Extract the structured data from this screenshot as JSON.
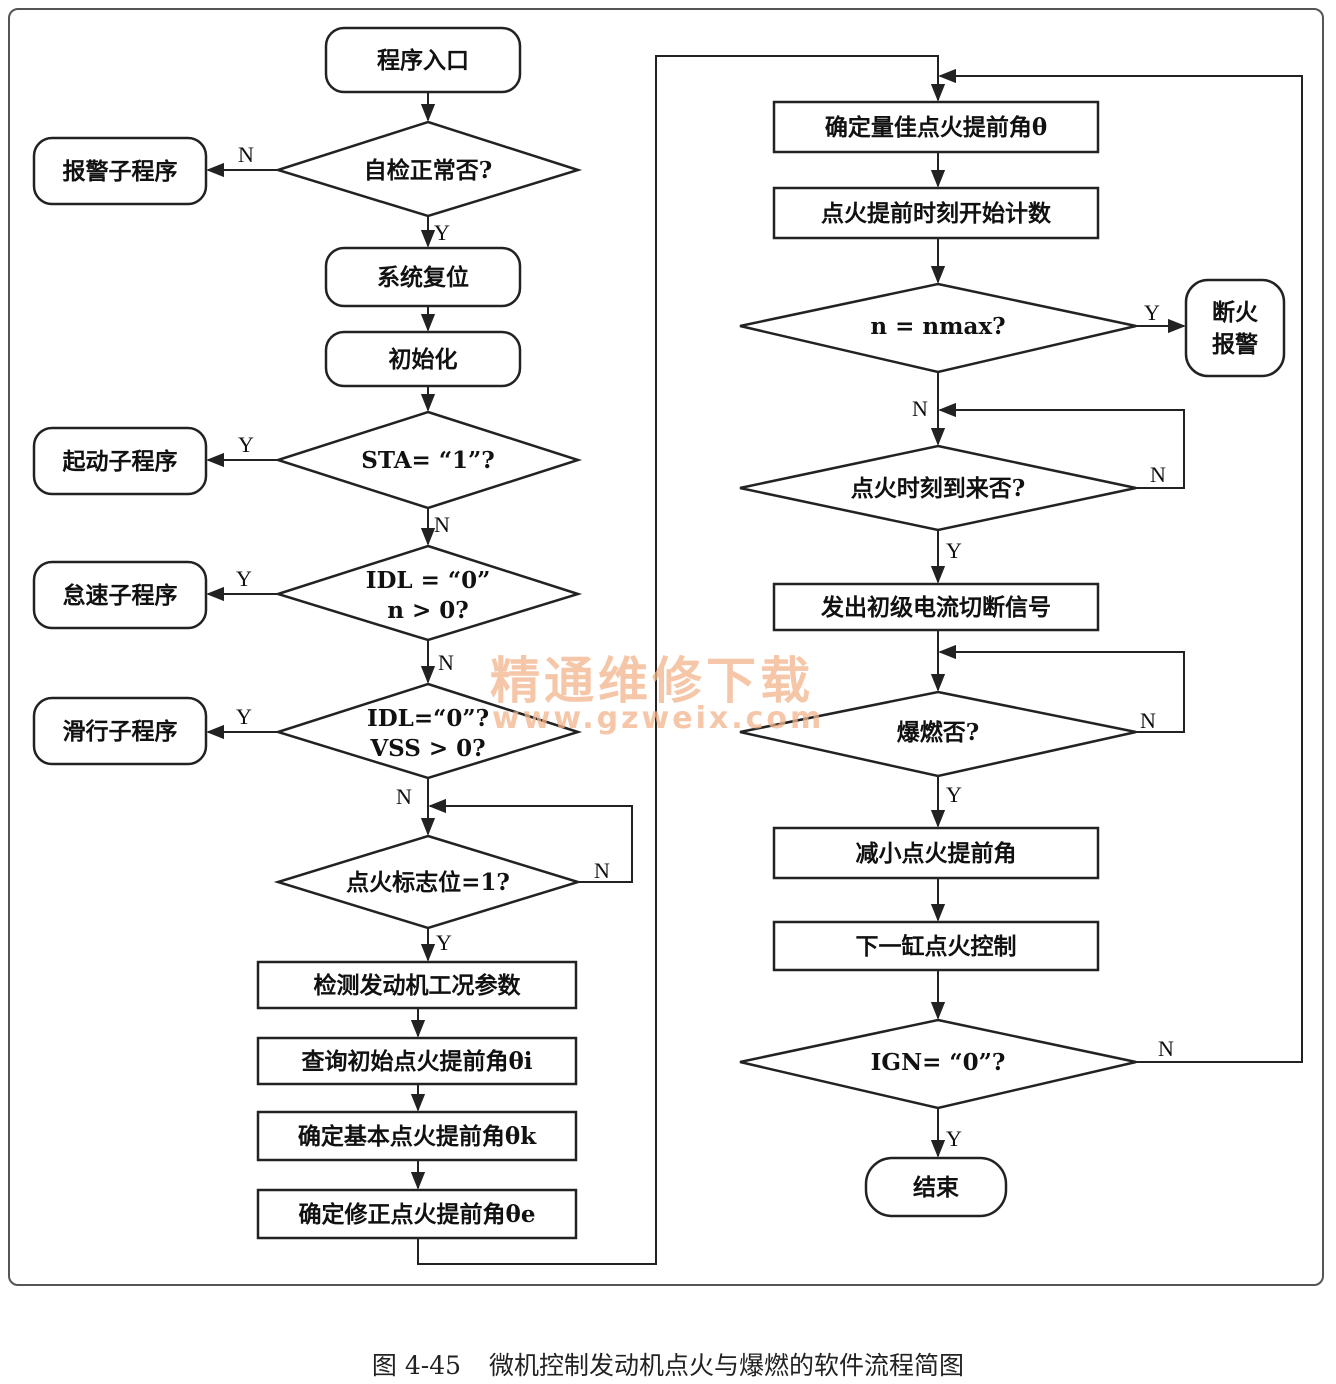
{
  "nodes": {
    "entry": "程序入口",
    "self_check": "自检正常否?",
    "alarm_sub": "报警子程序",
    "reset": "系统复位",
    "init": "初始化",
    "sta_check": "STA= “1”?",
    "start_sub": "起动子程序",
    "idl_check_1": "IDL = “0”",
    "idl_check_2": "n > 0?",
    "idle_sub": "怠速子程序",
    "coast_check_1": "IDL=“0”?",
    "coast_check_2": "VSS > 0?",
    "coast_sub": "滑行子程序",
    "ign_flag": "点火标志位=1?",
    "detect": "检测发动机工况参数",
    "query_initial": "查询初始点火提前角θi",
    "basic_angle": "确定基本点火提前角θk",
    "corr_angle": "确定修正点火提前角θe",
    "best_angle": "确定量佳点火提前角θ",
    "start_count": "点火提前时刻开始计数",
    "n_max": "n = nmax?",
    "cut_fire_1": "断火",
    "cut_fire_2": "报警",
    "ign_time": "点火时刻到来否?",
    "send_cut": "发出初级电流切断信号",
    "knock": "爆燃否?",
    "reduce": "减小点火提前角",
    "next_cyl": "下一缸点火控制",
    "ign_off": "IGN= “0”?",
    "end": "结束"
  },
  "branch": {
    "yes": "Y",
    "no": "N"
  },
  "watermark": {
    "line1": "精通维修下载",
    "line2": "www.gzweix.com"
  },
  "caption": {
    "number": "图 4-45",
    "title": "微机控制发动机点火与爆燃的软件流程简图"
  }
}
